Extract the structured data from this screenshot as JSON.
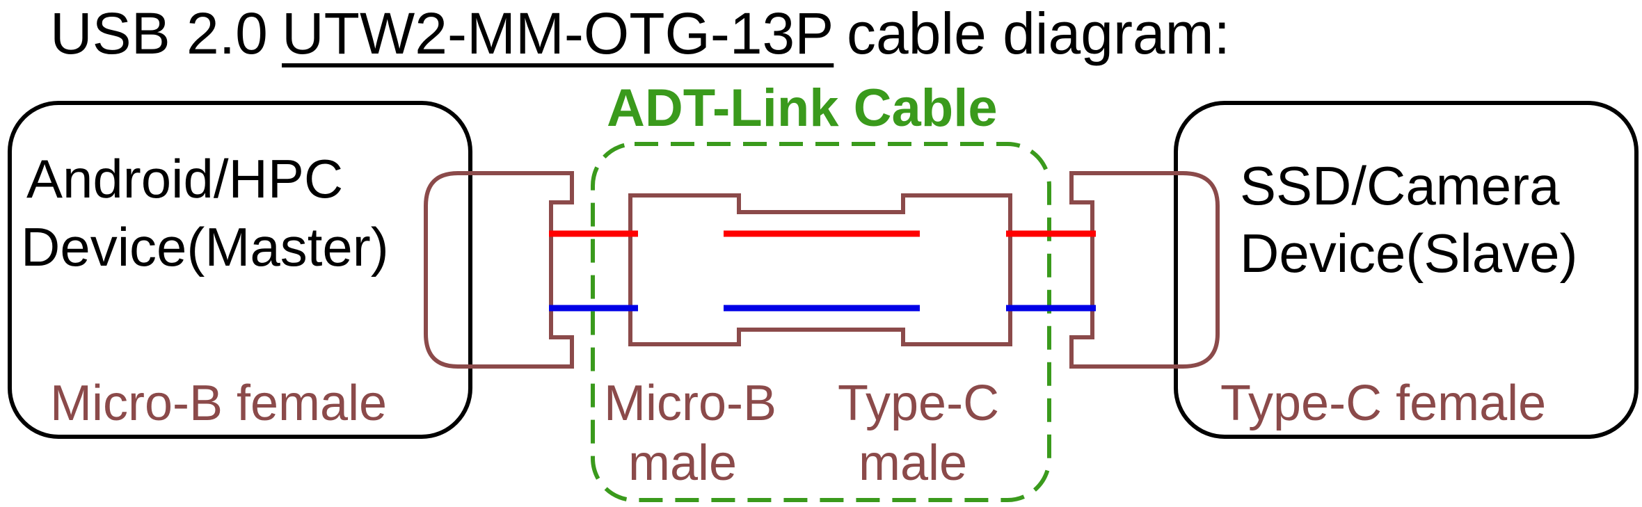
{
  "colors": {
    "brown": "#8b4a4a",
    "green": "#3a9a1c",
    "red": "#ff0000",
    "blue": "#0000e6",
    "black": "#000000"
  },
  "title": {
    "prefix": "USB 2.0",
    "model": "UTW2-MM-OTG-13P",
    "suffix": "cable diagram:"
  },
  "cable": {
    "title": "ADT-Link Cable",
    "left_connector": [
      "Micro-B",
      "male"
    ],
    "right_connector": [
      "Type-C",
      "male"
    ]
  },
  "master_device": {
    "name_lines": [
      "Android/HPC",
      "Device(Master)"
    ],
    "port_label": "Micro-B female"
  },
  "slave_device": {
    "name_lines": [
      "SSD/Camera",
      "Device(Slave)"
    ],
    "port_label": "Type-C female"
  },
  "wires": [
    {
      "color_name": "red"
    },
    {
      "color_name": "blue"
    }
  ]
}
